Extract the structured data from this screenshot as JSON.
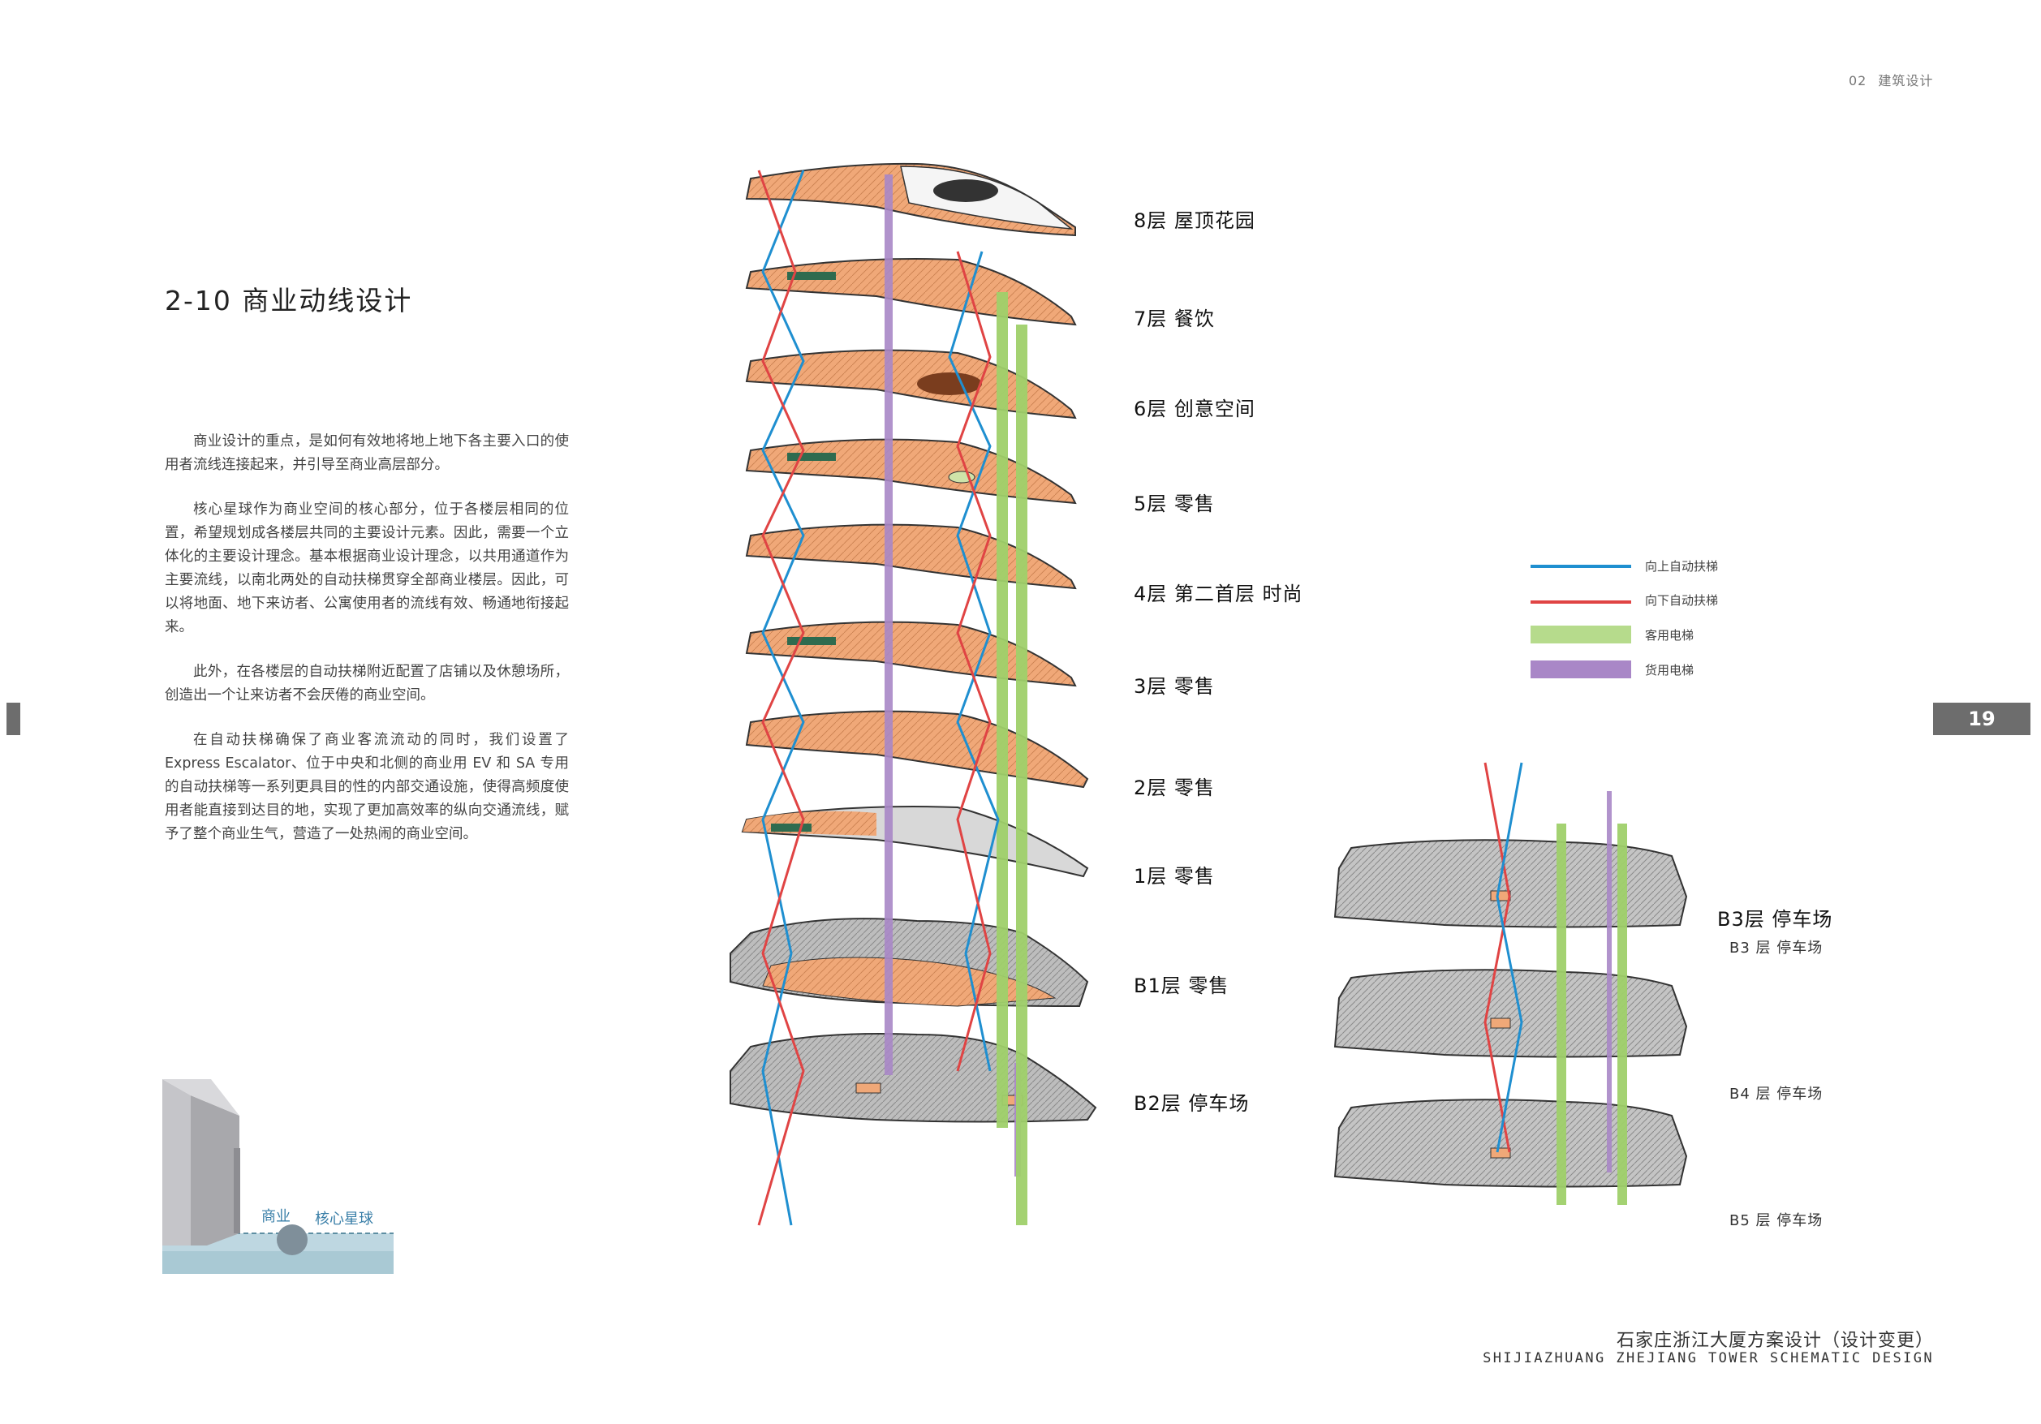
{
  "header": {
    "section_num": "02",
    "section_name": "建筑设计"
  },
  "page_number": "19",
  "title": "2-10 商业动线设计",
  "paragraphs": [
    "商业设计的重点，是如何有效地将地上地下各主要入口的使用者流线连接起来，并引导至商业高层部分。",
    "核心星球作为商业空间的核心部分，位于各楼层相同的位置，希望规划成各楼层共同的主要设计元素。因此，需要一个立体化的主要设计理念。基本根据商业设计理念，以共用通道作为主要流线，以南北两处的自动扶梯贯穿全部商业楼层。因此，可以将地面、地下来访者、公寓使用者的流线有效、畅通地衔接起来。",
    "此外，在各楼层的自动扶梯附近配置了店铺以及休憩场所，创造出一个让来访者不会厌倦的商业空间。",
    "在自动扶梯确保了商业客流流动的同时，我们设置了Express Escalator、位于中央和北侧的商业用 EV 和 SA 专用的自动扶梯等一系列更具目的性的内部交通设施，使得高频度使用者能直接到达目的地，实现了更加高效率的纵向交通流线，赋予了整个商业生气，营造了一处热闹的商业空间。"
  ],
  "floors": [
    {
      "name": "8层 屋顶花园"
    },
    {
      "name": "7层 餐饮"
    },
    {
      "name": "6层 创意空间"
    },
    {
      "name": "5层 零售"
    },
    {
      "name": "4层 第二首层 时尚"
    },
    {
      "name": "3层 零售"
    },
    {
      "name": "2层 零售"
    },
    {
      "name": "1层 零售"
    },
    {
      "name": "B1层 零售"
    },
    {
      "name": "B2层 停车场"
    }
  ],
  "basement_floors": {
    "main_label": "B3层 停车场",
    "sub_labels": [
      "B3 层 停车场",
      "B4 层 停车场",
      "B5 层 停车场"
    ]
  },
  "legend": [
    {
      "label": "向上自动扶梯",
      "color": "#1f8fd0",
      "kind": "line"
    },
    {
      "label": "向下自动扶梯",
      "color": "#e04444",
      "kind": "line"
    },
    {
      "label": "客用电梯",
      "color": "#9fd06a",
      "kind": "bar"
    },
    {
      "label": "货用电梯",
      "color": "#a987c7",
      "kind": "bar"
    }
  ],
  "diagram": {
    "labels": {
      "commercial": "商业",
      "core_sphere": "核心星球"
    },
    "colors": {
      "retail_floor": "#f0a878",
      "parking_floor": "#bdbdbd",
      "water": "#a9c9d4",
      "building": "#a8a8ac"
    }
  },
  "footer": {
    "title_cn": "石家庄浙江大厦方案设计（设计变更）",
    "title_en": "SHIJIAZHUANG ZHEJIANG TOWER SCHEMATIC DESIGN"
  }
}
